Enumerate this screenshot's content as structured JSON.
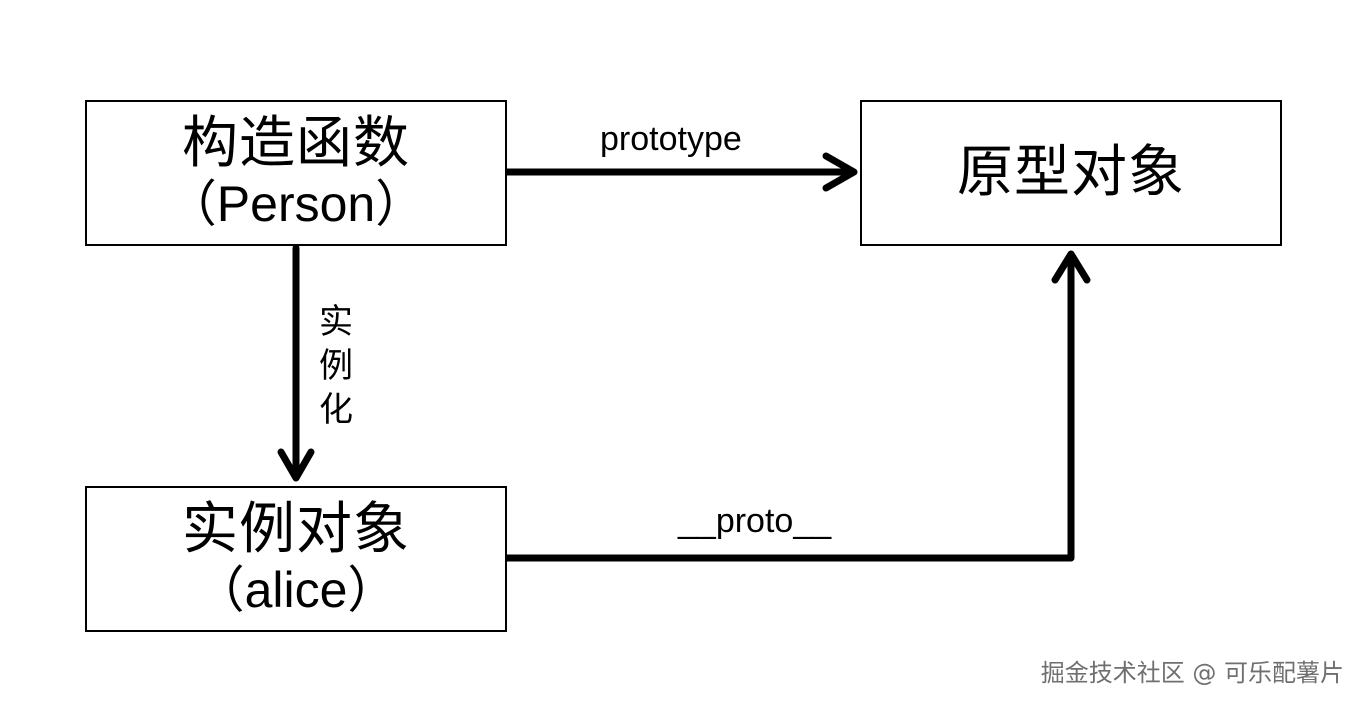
{
  "nodes": {
    "constructor": {
      "title": "构造函数",
      "subtitle": "（Person）"
    },
    "prototype": {
      "title": "原型对象"
    },
    "instance": {
      "title": "实例对象",
      "subtitle": "（alice）"
    }
  },
  "edges": {
    "prototype_label": "prototype",
    "instantiate_label": [
      "实",
      "例",
      "化"
    ],
    "proto_label": "__proto__"
  },
  "watermark": "掘金技术社区 @ 可乐配薯片",
  "colors": {
    "stroke": "#000000",
    "background": "#ffffff",
    "watermark": "#6f6f6f"
  }
}
